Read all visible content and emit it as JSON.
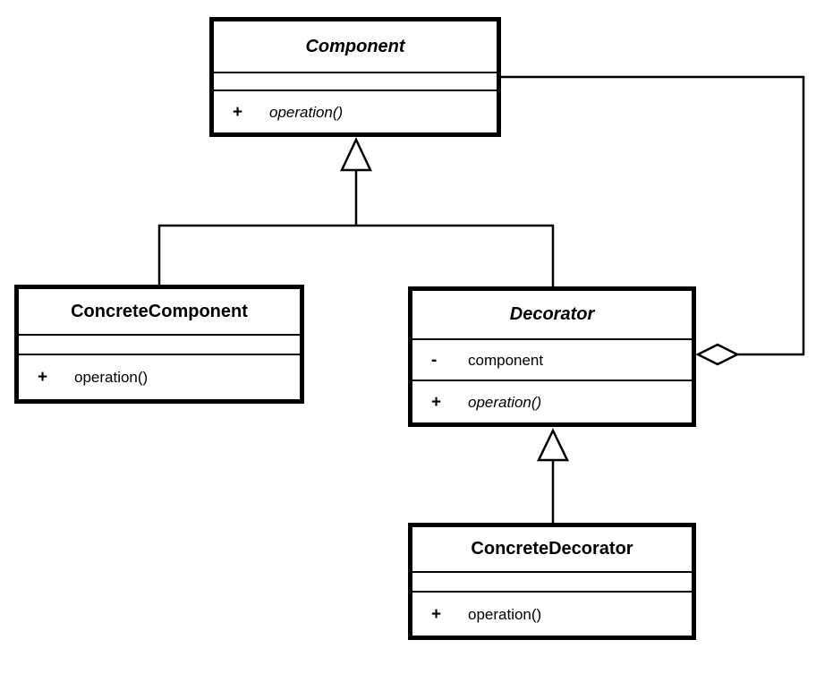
{
  "diagram_type": "uml-class-diagram",
  "pattern": "Decorator",
  "colors": {
    "background": "#ffffff",
    "line": "#000000",
    "text": "#000000"
  },
  "classes": {
    "component": {
      "name": "Component",
      "abstract": true,
      "attributes": [],
      "methods": [
        {
          "visibility": "+",
          "name": "operation()",
          "abstract": true
        }
      ]
    },
    "concrete_component": {
      "name": "ConcreteComponent",
      "abstract": false,
      "attributes": [],
      "methods": [
        {
          "visibility": "+",
          "name": "operation()",
          "abstract": false
        }
      ]
    },
    "decorator": {
      "name": "Decorator",
      "abstract": true,
      "attributes": [
        {
          "visibility": "-",
          "name": "component"
        }
      ],
      "methods": [
        {
          "visibility": "+",
          "name": "operation()",
          "abstract": true
        }
      ]
    },
    "concrete_decorator": {
      "name": "ConcreteDecorator",
      "abstract": false,
      "attributes": [],
      "methods": [
        {
          "visibility": "+",
          "name": "operation()",
          "abstract": false
        }
      ]
    }
  },
  "relations": [
    {
      "type": "generalization",
      "from": "ConcreteComponent",
      "to": "Component"
    },
    {
      "type": "generalization",
      "from": "Decorator",
      "to": "Component"
    },
    {
      "type": "generalization",
      "from": "ConcreteDecorator",
      "to": "Decorator"
    },
    {
      "type": "aggregation",
      "from": "Decorator",
      "to": "Component"
    }
  ]
}
